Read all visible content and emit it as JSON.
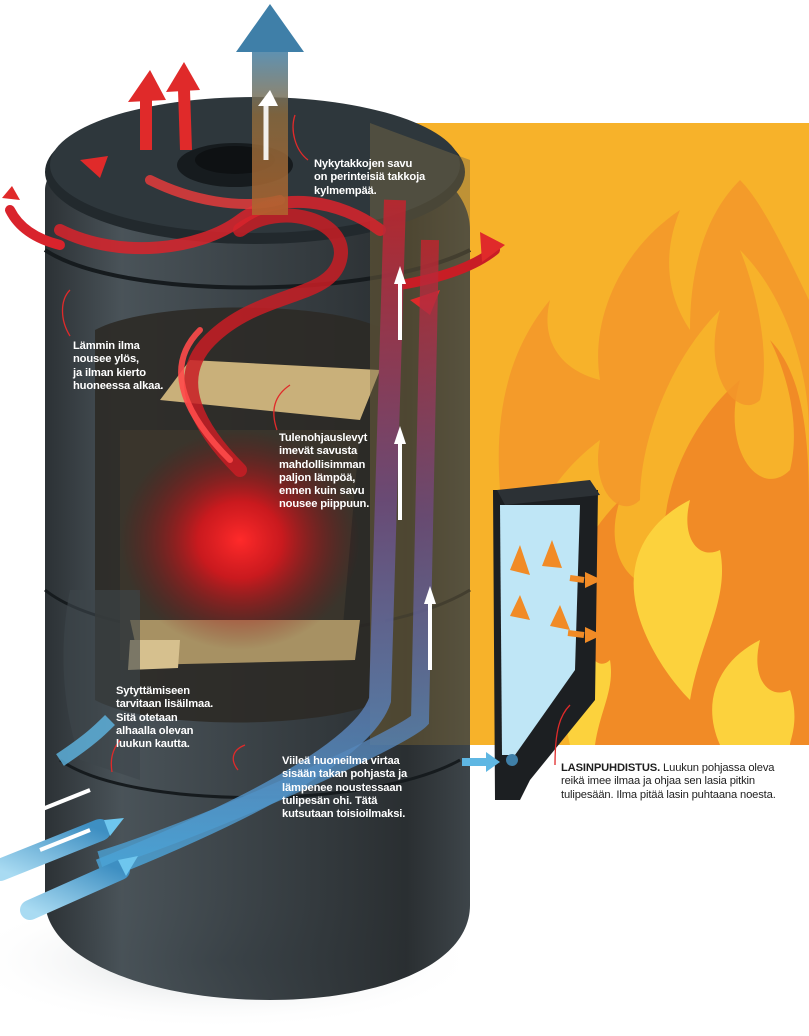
{
  "labels": {
    "smoke": [
      "Nykytakkojen savu",
      "on perinteisiä takkoja",
      "kylmempää."
    ],
    "warm_air": [
      "Lämmin ilma",
      "nousee ylös,",
      "ja ilman kierto",
      "huoneessa alkaa."
    ],
    "baffles": [
      "Tulenohjauslevyt",
      "imevät savusta",
      "mahdollisimman",
      "paljon lämpöä,",
      "ennen kuin savu",
      "nousee piippuun."
    ],
    "ignition_air": [
      "Sytyttämiseen",
      "tarvitaan lisäilmaa.",
      "Sitä otetaan",
      "alhaalla olevan",
      "luukun kautta."
    ],
    "secondary_air": [
      "Viileä huoneilma virtaa",
      "sisään takan pohjasta ja",
      "lämpenee noustessaan",
      "tulipesän ohi. Tätä",
      "kutsutaan toisioilmaksi."
    ],
    "glass_cleaning": {
      "lead": "LASINPUHDISTUS.",
      "lines": [
        "Luukun pohjassa oleva",
        "reikä imee ilmaa ja ohjaa sen lasia pitkin",
        "tulipesään. Ilma pitää lasin puhtaana noesta."
      ],
      "line1_rest": "Luukun pohjassa oleva"
    }
  },
  "colors": {
    "flame_bg": "#f7b22a",
    "flame_light": "#fcd23d",
    "flame_dark": "#f18b26",
    "stove_body": "#2a3136",
    "hot_air": "#e02a2a",
    "cool_air": "#5fb7e3",
    "smoke": "#8a6a3e",
    "glass": "#bfe6f6"
  },
  "icons": [
    "flame-illustration",
    "stove-illustration",
    "hot-air-arrow",
    "cool-air-arrow",
    "smoke-arrow",
    "glass-door-section"
  ]
}
